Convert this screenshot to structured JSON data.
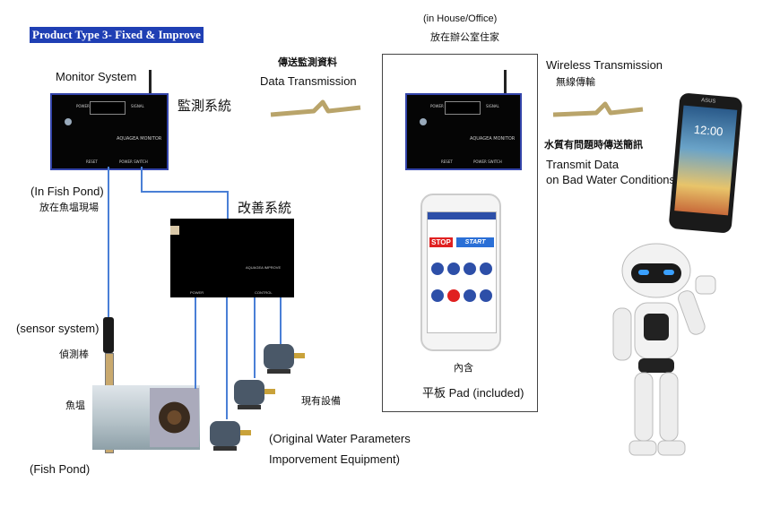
{
  "title": "Product Type 3- Fixed & Improve",
  "monitor": {
    "label": "Monitor System",
    "zh": "監測系統",
    "model": "AQUAGEA MONITOR",
    "left_btn": "RESET",
    "right_btn": "POWER SWITCH",
    "top_left": "POWER",
    "top_right": "SIGNAL"
  },
  "pond": {
    "label": "(In Fish Pond)",
    "zh": "放在魚塭現場",
    "fish_pond": "(Fish Pond)",
    "yuchang": "魚塭"
  },
  "sensor": {
    "label": "(sensor system)",
    "zh": "偵測棒"
  },
  "improve": {
    "zh": "改善系統",
    "model": "AQUAGEA IMPROVE",
    "left": "POWER",
    "right": "CONTROL"
  },
  "equipment": {
    "zh": "現有設備",
    "line1": "(Original Water Parameters",
    "line2": "Imporvement Equipment)"
  },
  "transmission": {
    "zh": "傳送監測資料",
    "en": "Data Transmission"
  },
  "house": {
    "label": "(in House/Office)",
    "zh": "放在辦公室住家",
    "included_zh": "內含",
    "pad": "平板 Pad (included)"
  },
  "wireless": {
    "en": "Wireless Transmission",
    "zh": "無線傳輸",
    "alert_zh": "水質有問題時傳送簡訊",
    "alert_line1": "Transmit Data",
    "alert_line2": "on Bad Water Conditions"
  },
  "tablet_ui": {
    "stop": "STOP",
    "start": "START"
  },
  "phone_ui": {
    "time": "12:00",
    "brand": "ASUS"
  },
  "colors": {
    "title_bg": "#1f3fb4",
    "wire": "#4a7fd6",
    "squiggle": "#b9a46a",
    "stop": "#e02020",
    "start": "#2a6fd6"
  }
}
